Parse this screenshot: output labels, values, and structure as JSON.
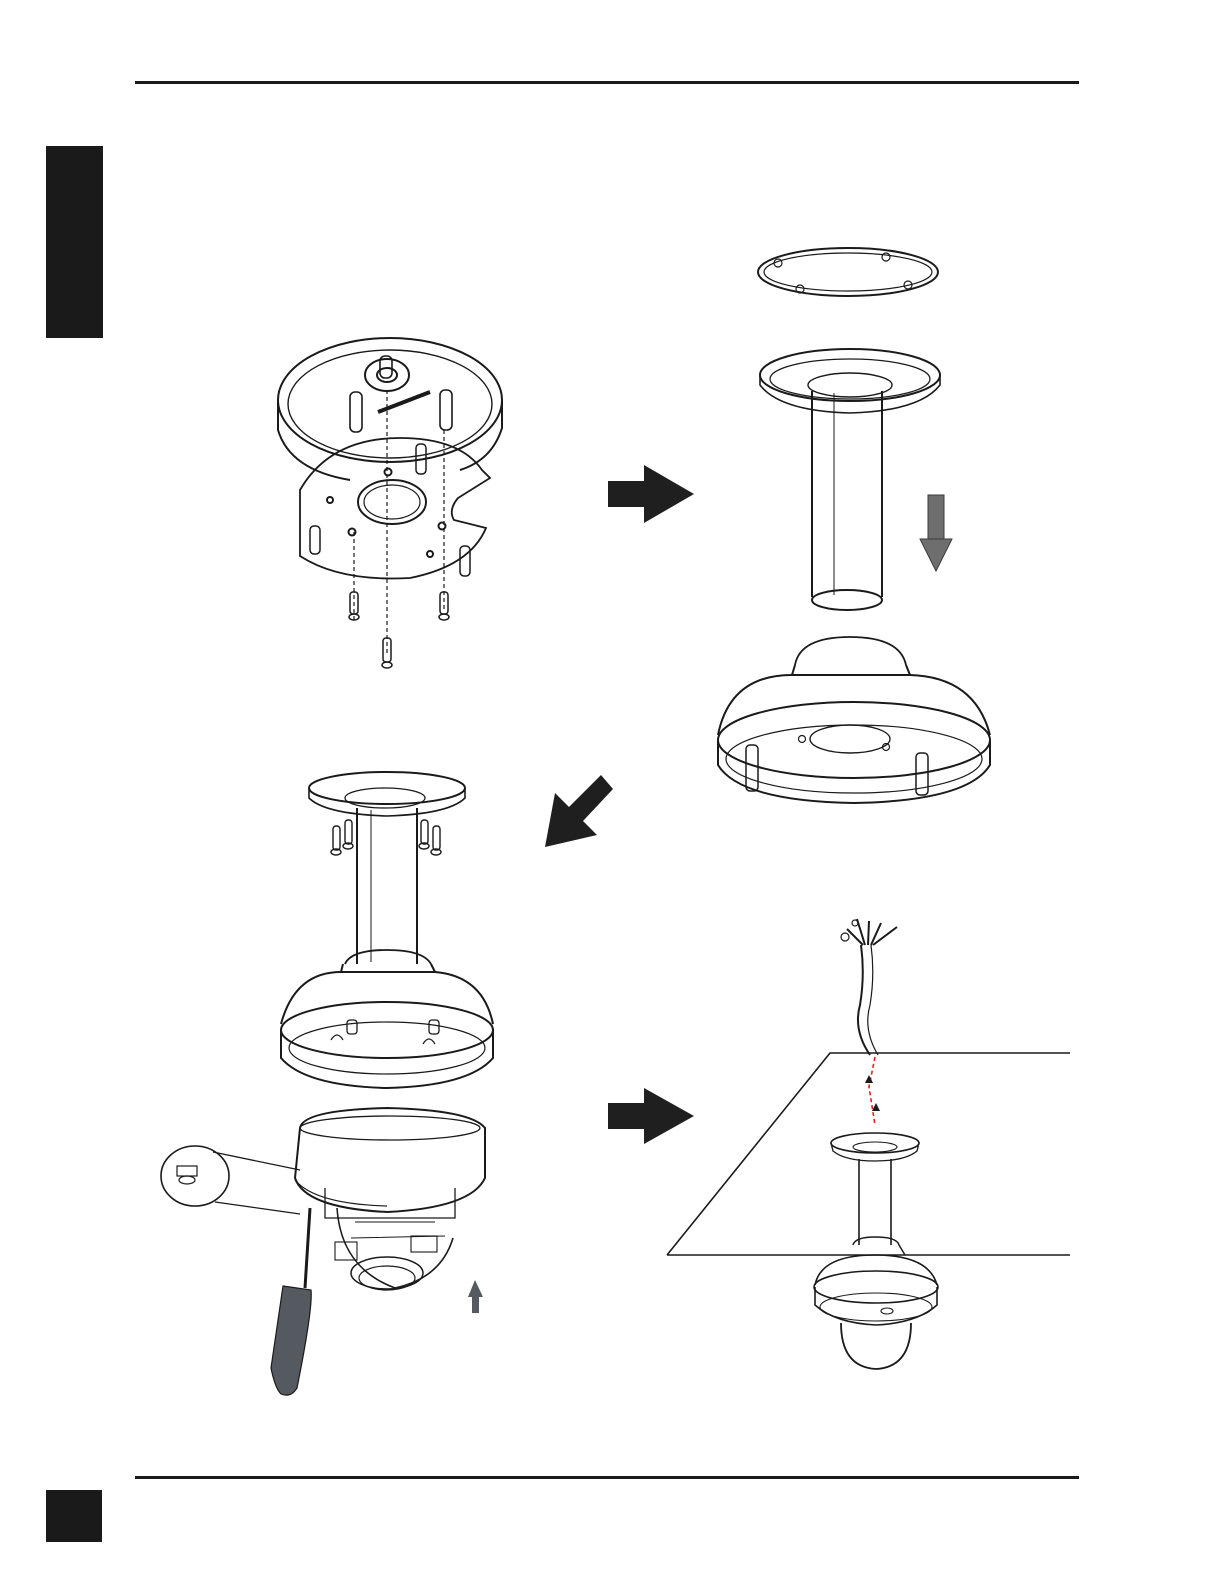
{
  "page": {
    "language_tab_text": "",
    "page_number_text": ""
  },
  "colors": {
    "ink": "#1a1a1a",
    "arrow_fill": "#1f1f1f",
    "gray_arrow": "#6e6e6e",
    "screwdriver_handle": "#555a60",
    "cable_guide": "#e02020"
  },
  "figures": [
    {
      "id": "step1",
      "subject": "back-box-and-mounting-plate-with-screws"
    },
    {
      "id": "step2",
      "subject": "pendant-tube-and-back-box"
    },
    {
      "id": "step3",
      "subject": "pendant-mount-attached-to-camera"
    },
    {
      "id": "step4",
      "subject": "cable-through-ceiling-installed-camera"
    }
  ],
  "icons": [
    "arrow-right-icon",
    "arrow-down-left-icon",
    "arrow-down-icon",
    "arrow-up-icon",
    "screwdriver-icon"
  ]
}
